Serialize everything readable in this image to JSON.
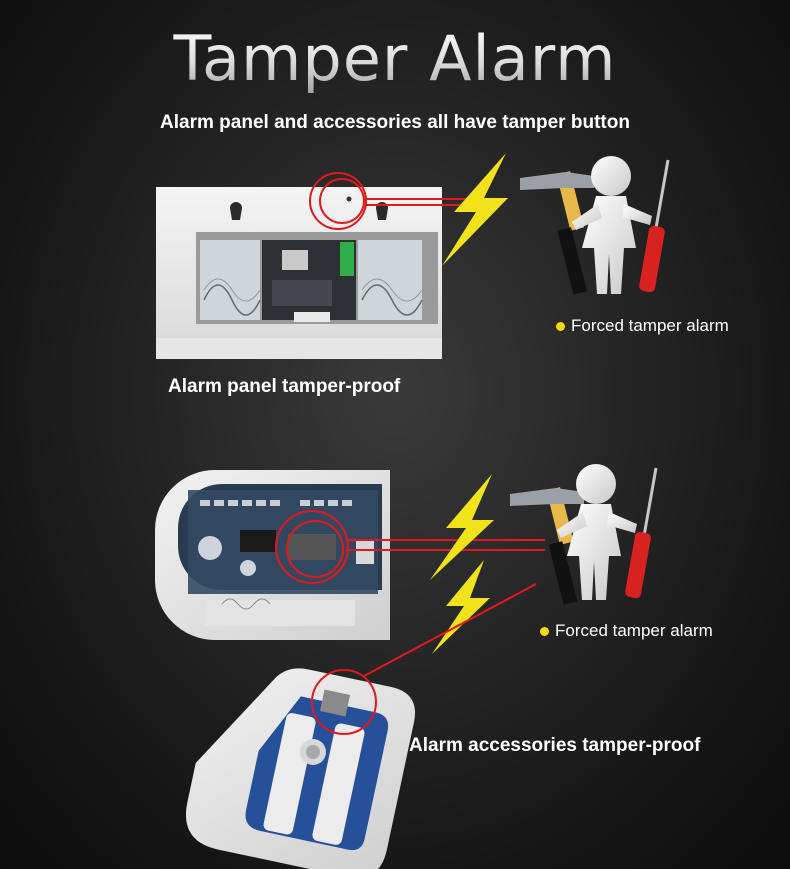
{
  "title": "Tamper Alarm",
  "subtitle": "Alarm panel and accessories all have tamper button",
  "panel_section": {
    "caption": "Alarm panel tamper-proof",
    "note": "Forced tamper alarm"
  },
  "accessory_section": {
    "caption": "Alarm accessories tamper-proof",
    "note": "Forced tamper alarm"
  },
  "colors": {
    "bolt": "#f2e21a",
    "highlight": "#e0191d",
    "bullet": "#f5d90a",
    "hammer_handle": "#e8b94a",
    "screwdriver": "#d8221f"
  }
}
